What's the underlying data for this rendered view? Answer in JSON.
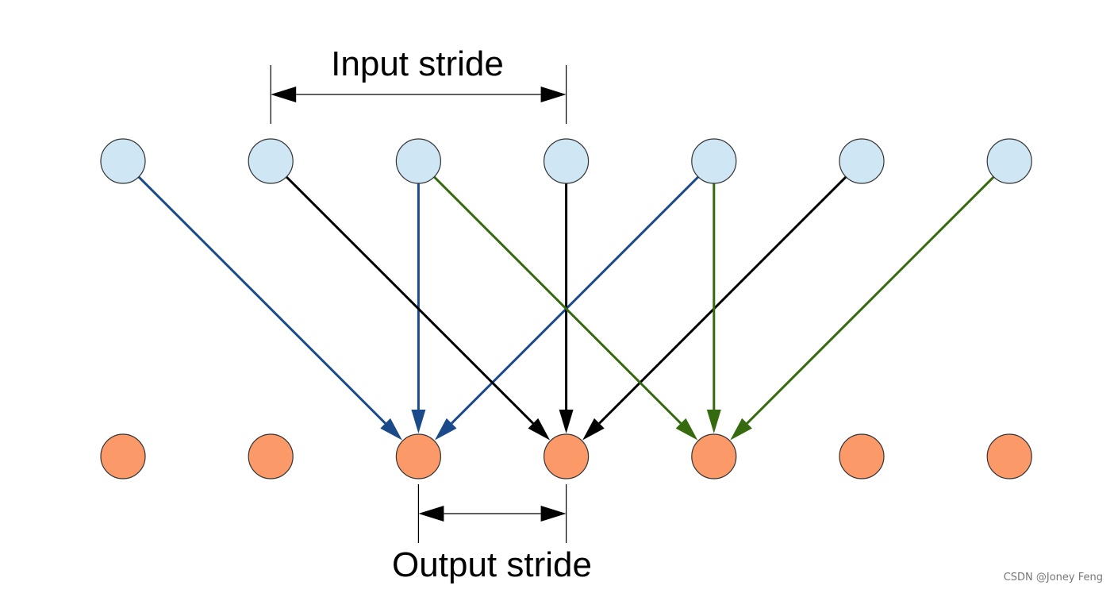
{
  "labels": {
    "input_stride": "Input stride",
    "output_stride": "Output stride",
    "watermark": "CSDN @Joney Feng"
  },
  "colors": {
    "background": "#ffffff",
    "input_node_fill": "#cfe6f5",
    "output_node_fill": "#fb9a68",
    "node_stroke": "#333333",
    "blue": "#1a4a8a",
    "black": "#000000",
    "green": "#356a0e"
  },
  "diagram": {
    "input_node_count": 7,
    "output_node_count": 7,
    "connections": [
      {
        "from": 0,
        "to": 2,
        "color": "blue"
      },
      {
        "from": 2,
        "to": 2,
        "color": "blue"
      },
      {
        "from": 4,
        "to": 2,
        "color": "blue"
      },
      {
        "from": 1,
        "to": 3,
        "color": "black"
      },
      {
        "from": 3,
        "to": 3,
        "color": "black"
      },
      {
        "from": 5,
        "to": 3,
        "color": "black"
      },
      {
        "from": 2,
        "to": 4,
        "color": "green"
      },
      {
        "from": 4,
        "to": 4,
        "color": "green"
      },
      {
        "from": 6,
        "to": 4,
        "color": "green"
      }
    ],
    "input_stride_span": [
      1,
      3
    ],
    "output_stride_span": [
      2,
      3
    ]
  }
}
